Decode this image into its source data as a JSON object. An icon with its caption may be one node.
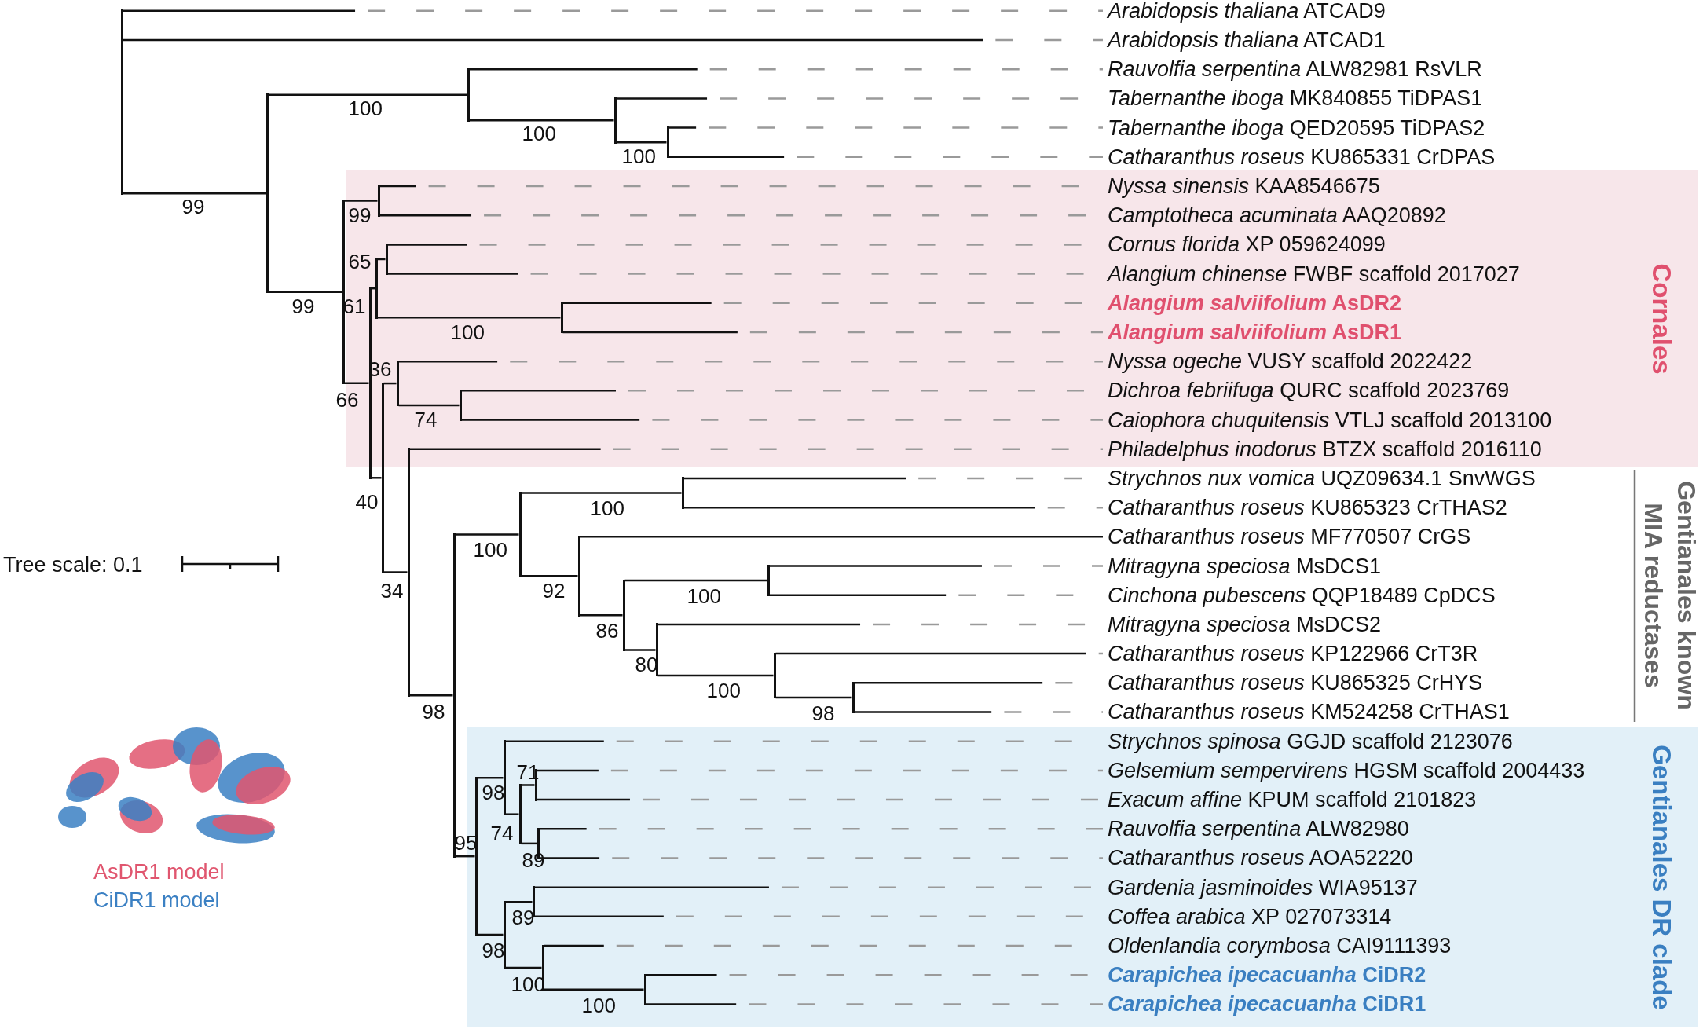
{
  "diagram": {
    "nodes": [
      {
        "text": [],
        "shape": "bar"
      },
      {
        "text": [
          "*Arabidopsis thaliana* ATCAD9"
        ]
      },
      {
        "text": [
          "*Arabidopsis thaliana* ATCAD1"
        ]
      },
      {
        "text": [],
        "shape": "bar"
      },
      {
        "text": [],
        "shape": "bar"
      },
      {
        "text": [
          "*Rauvolfia serpentina* ALW82981 RsVLR"
        ]
      },
      {
        "text": [],
        "shape": "bar"
      },
      {
        "text": [
          "*Tabernanthe iboga* MK840855 TiDPAS1"
        ]
      },
      {
        "text": [],
        "shape": "bar"
      },
      {
        "text": [
          "*Tabernanthe iboga* QED20595 TiDPAS2"
        ]
      },
      {
        "text": [
          "*Catharanthus roseus* KU865331 CrDPAS"
        ]
      },
      {
        "text": [],
        "shape": "bar"
      },
      {
        "text": [
          "Cornales"
        ]
      },
      {
        "text": [],
        "shape": "bar",
        "in": 12
      },
      {
        "text": [
          "*Nyssa sinensis* KAA8546675"
        ],
        "in": 12
      },
      {
        "text": [
          "*Camptotheca acuminata* AAQ20892"
        ],
        "in": 12
      },
      {
        "text": [],
        "shape": "bar",
        "in": 12
      },
      {
        "text": [],
        "shape": "bar",
        "in": 12
      },
      {
        "text": [],
        "shape": "bar",
        "in": 12
      },
      {
        "text": [
          "*Cornus florida* XP 059624099"
        ],
        "in": 12
      },
      {
        "text": [
          "*Alangium chinense* FWBF scaffold 2017027"
        ],
        "in": 12
      },
      {
        "text": [],
        "shape": "bar",
        "in": 12
      },
      {
        "text": [
          "*Alangium salviifolium* AsDR2"
        ],
        "in": 12
      },
      {
        "text": [
          "*Alangium salviifolium* AsDR1"
        ],
        "in": 12
      },
      {
        "text": [],
        "shape": "bar"
      },
      {
        "text": [],
        "shape": "bar",
        "in": 12
      },
      {
        "text": [
          "*Nyssa ogeche* VUSY scaffold 2022422"
        ],
        "in": 12
      },
      {
        "text": [],
        "shape": "bar",
        "in": 12
      },
      {
        "text": [
          "*Dichroa febriifuga* QURC scaffold 2023769"
        ],
        "in": 12
      },
      {
        "text": [
          "*Caiophora chuquitensis* VTLJ scaffold 2013100"
        ],
        "in": 12
      },
      {
        "text": [],
        "shape": "bar"
      },
      {
        "text": [
          "*Philadelphus inodorus* BTZX scaffold 2016110"
        ],
        "in": 12
      },
      {
        "text": [],
        "shape": "bar"
      },
      {
        "text": [],
        "shape": "bar"
      },
      {
        "text": [],
        "shape": "bar"
      },
      {
        "text": [
          "*Strychnos nux vomica* UQZ09634.1 SnvWGS"
        ]
      },
      {
        "text": [
          "*Catharanthus roseus* KU865323 CrTHAS2"
        ]
      },
      {
        "text": [],
        "shape": "bar"
      },
      {
        "text": [
          "*Catharanthus roseus* MF770507 CrGS"
        ]
      },
      {
        "text": [],
        "shape": "bar"
      },
      {
        "text": [],
        "shape": "bar"
      },
      {
        "text": [
          "*Mitragyna speciosa* MsDCS1"
        ]
      },
      {
        "text": [
          "*Cinchona pubescens* QQP18489 CpDCS"
        ]
      },
      {
        "text": [],
        "shape": "bar"
      },
      {
        "text": [
          "*Mitragyna speciosa* MsDCS2"
        ]
      },
      {
        "text": [],
        "shape": "bar"
      },
      {
        "text": [
          "*Catharanthus roseus* KP122966 CrT3R"
        ]
      },
      {
        "text": [],
        "shape": "bar"
      },
      {
        "text": [
          "*Catharanthus roseus* KU865325 CrHYS"
        ]
      },
      {
        "text": [
          "*Catharanthus roseus* KM524258 CrTHAS1"
        ]
      },
      {
        "text": [
          "Gentianales DR clade"
        ]
      },
      {
        "text": [],
        "shape": "bar",
        "in": 50
      },
      {
        "text": [],
        "shape": "bar",
        "in": 50
      },
      {
        "text": [
          "*Strychnos spinosa* GGJD scaffold 2123076"
        ],
        "in": 50
      },
      {
        "text": [],
        "shape": "bar",
        "in": 50
      },
      {
        "text": [],
        "shape": "bar",
        "in": 50
      },
      {
        "text": [
          "*Gelsemium sempervirens* HGSM scaffold 2004433"
        ],
        "in": 50
      },
      {
        "text": [
          "*Exacum affine* KPUM scaffold 2101823"
        ],
        "in": 50
      },
      {
        "text": [],
        "shape": "bar",
        "in": 50
      },
      {
        "text": [
          "*Rauvolfia serpentina* ALW82980"
        ],
        "in": 50
      },
      {
        "text": [
          "*Catharanthus roseus* AOA52220"
        ],
        "in": 50
      },
      {
        "text": [],
        "shape": "bar",
        "in": 50
      },
      {
        "text": [],
        "shape": "bar",
        "in": 50
      },
      {
        "text": [
          "*Gardenia jasminoides* WIA95137"
        ],
        "in": 50
      },
      {
        "text": [
          "*Coffea arabica* XP 027073314"
        ],
        "in": 50
      },
      {
        "text": [],
        "shape": "bar",
        "in": 50
      },
      {
        "text": [
          "*Oldenlandia corymbosa* CAI9111393"
        ],
        "in": 50
      },
      {
        "text": [],
        "shape": "bar",
        "in": 50
      },
      {
        "text": [
          "*Carapichea ipecacuanha* CiDR2"
        ],
        "in": 50
      },
      {
        "text": [
          "*Carapichea ipecacuanha* CiDR1"
        ],
        "in": 50
      }
    ],
    "edges": [
      {
        "from": 0,
        "to": 1,
        "arrow": "none"
      },
      {
        "from": 0,
        "to": 2,
        "arrow": "none"
      },
      {
        "from": 0,
        "to": 3,
        "arrow": "none",
        "label": "99"
      },
      {
        "from": 3,
        "to": 4,
        "arrow": "none",
        "label": "100"
      },
      {
        "from": 3,
        "to": 11,
        "arrow": "none",
        "label": "99"
      },
      {
        "from": 4,
        "to": 5,
        "arrow": "none"
      },
      {
        "from": 4,
        "to": 6,
        "arrow": "none",
        "label": "100"
      },
      {
        "from": 6,
        "to": 7,
        "arrow": "none"
      },
      {
        "from": 6,
        "to": 8,
        "arrow": "none",
        "label": "100"
      },
      {
        "from": 8,
        "to": 9,
        "arrow": "none"
      },
      {
        "from": 8,
        "to": 10,
        "arrow": "none"
      },
      {
        "from": 11,
        "to": 13,
        "arrow": "none",
        "label": "99"
      },
      {
        "from": 11,
        "to": 16,
        "arrow": "none",
        "label": "66"
      },
      {
        "from": 13,
        "to": 14,
        "arrow": "none"
      },
      {
        "from": 13,
        "to": 15,
        "arrow": "none"
      },
      {
        "from": 16,
        "to": 17,
        "arrow": "none",
        "label": "61"
      },
      {
        "from": 16,
        "to": 24,
        "arrow": "none",
        "label": "40"
      },
      {
        "from": 17,
        "to": 18,
        "arrow": "none",
        "label": "65"
      },
      {
        "from": 17,
        "to": 21,
        "arrow": "none",
        "label": "100"
      },
      {
        "from": 18,
        "to": 19,
        "arrow": "none"
      },
      {
        "from": 18,
        "to": 20,
        "arrow": "none"
      },
      {
        "from": 21,
        "to": 22,
        "arrow": "none"
      },
      {
        "from": 21,
        "to": 23,
        "arrow": "none"
      },
      {
        "from": 24,
        "to": 25,
        "arrow": "none",
        "label": "36"
      },
      {
        "from": 24,
        "to": 30,
        "arrow": "none",
        "label": "34"
      },
      {
        "from": 25,
        "to": 26,
        "arrow": "none"
      },
      {
        "from": 25,
        "to": 27,
        "arrow": "none",
        "label": "74"
      },
      {
        "from": 27,
        "to": 28,
        "arrow": "none"
      },
      {
        "from": 27,
        "to": 29,
        "arrow": "none"
      },
      {
        "from": 30,
        "to": 31,
        "arrow": "none"
      },
      {
        "from": 30,
        "to": 32,
        "arrow": "none",
        "label": "98"
      },
      {
        "from": 32,
        "to": 33,
        "arrow": "none",
        "label": "100"
      },
      {
        "from": 32,
        "to": 51,
        "arrow": "none",
        "label": "95"
      },
      {
        "from": 33,
        "to": 34,
        "arrow": "none",
        "label": "100"
      },
      {
        "from": 33,
        "to": 37,
        "arrow": "none",
        "label": "92"
      },
      {
        "from": 34,
        "to": 35,
        "arrow": "none"
      },
      {
        "from": 34,
        "to": 36,
        "arrow": "none"
      },
      {
        "from": 37,
        "to": 38,
        "arrow": "none"
      },
      {
        "from": 37,
        "to": 39,
        "arrow": "none",
        "label": "86"
      },
      {
        "from": 39,
        "to": 40,
        "arrow": "none",
        "label": "100"
      },
      {
        "from": 39,
        "to": 43,
        "arrow": "none",
        "label": "80"
      },
      {
        "from": 40,
        "to": 41,
        "arrow": "none"
      },
      {
        "from": 40,
        "to": 42,
        "arrow": "none"
      },
      {
        "from": 43,
        "to": 44,
        "arrow": "none"
      },
      {
        "from": 43,
        "to": 45,
        "arrow": "none",
        "label": "100"
      },
      {
        "from": 45,
        "to": 46,
        "arrow": "none"
      },
      {
        "from": 45,
        "to": 47,
        "arrow": "none",
        "label": "98"
      },
      {
        "from": 47,
        "to": 48,
        "arrow": "none"
      },
      {
        "from": 47,
        "to": 49,
        "arrow": "none"
      },
      {
        "from": 51,
        "to": 52,
        "arrow": "none",
        "label": "98"
      },
      {
        "from": 51,
        "to": 61,
        "arrow": "none",
        "label": "98"
      },
      {
        "from": 52,
        "to": 53,
        "arrow": "none"
      },
      {
        "from": 52,
        "to": 54,
        "arrow": "none",
        "label": "74"
      },
      {
        "from": 54,
        "to": 55,
        "arrow": "none",
        "label": "71"
      },
      {
        "from": 54,
        "to": 58,
        "arrow": "none",
        "label": "89"
      },
      {
        "from": 55,
        "to": 56,
        "arrow": "none"
      },
      {
        "from": 55,
        "to": 57,
        "arrow": "none"
      },
      {
        "from": 58,
        "to": 59,
        "arrow": "none"
      },
      {
        "from": 58,
        "to": 60,
        "arrow": "none"
      },
      {
        "from": 61,
        "to": 62,
        "arrow": "none",
        "label": "89"
      },
      {
        "from": 61,
        "to": 65,
        "arrow": "none",
        "label": "100"
      },
      {
        "from": 62,
        "to": 63,
        "arrow": "none"
      },
      {
        "from": 62,
        "to": 64,
        "arrow": "none"
      },
      {
        "from": 65,
        "to": 66,
        "arrow": "none"
      },
      {
        "from": 65,
        "to": 67,
        "arrow": "none",
        "label": "100"
      },
      {
        "from": 67,
        "to": 68,
        "arrow": "none"
      },
      {
        "from": 67,
        "to": 69,
        "arrow": "none"
      }
    ],
    "labels": [
      "Gentianales known MIA reductases",
      "Tree scale: 0.1",
      "AsDR1 model",
      "CiDR1 model"
    ]
  }
}
